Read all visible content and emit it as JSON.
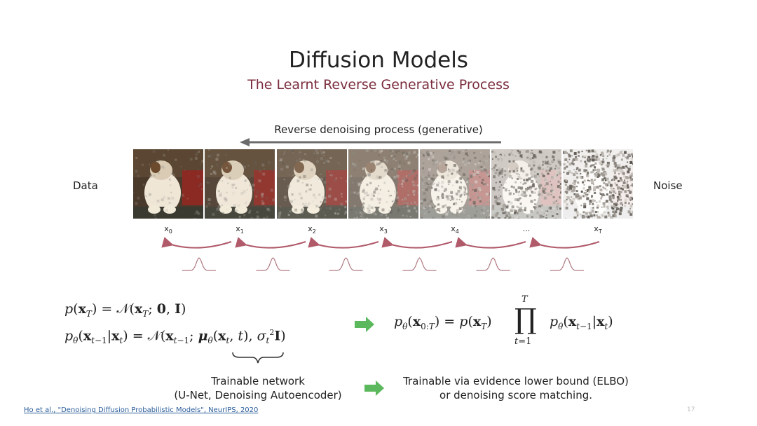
{
  "slide": {
    "title": "Diffusion Models",
    "subtitle": "The Learnt Reverse Generative Process",
    "reverse_label": "Reverse denoising process (generative)",
    "data_label": "Data",
    "noise_label": "Noise",
    "frames": [
      {
        "name": "x",
        "sub": "0",
        "noise": 0.0
      },
      {
        "name": "x",
        "sub": "1",
        "noise": 0.08
      },
      {
        "name": "x",
        "sub": "2",
        "noise": 0.18
      },
      {
        "name": "x",
        "sub": "3",
        "noise": 0.35
      },
      {
        "name": "x",
        "sub": "4",
        "noise": 0.55
      },
      {
        "name": "...",
        "sub": "",
        "noise": 0.78
      },
      {
        "name": "x",
        "sub": "T",
        "noise": 1.0
      }
    ],
    "network_caption": {
      "line1": "Trainable network",
      "line2": "(U-Net, Denoising Autoencoder)"
    },
    "training_caption": {
      "line1": "Trainable via evidence lower bound (ELBO)",
      "line2": "or denoising score matching."
    },
    "citation": "Ho et al., \"Denoising Diffusion Probabilistic Models\", NeurIPS, 2020",
    "slide_number": "17"
  },
  "colors": {
    "subtitle": "#7b2d3e",
    "arrow_red": "#b05a6a",
    "arrow_green": "#5cb85c",
    "link": "#2a5d9c"
  }
}
